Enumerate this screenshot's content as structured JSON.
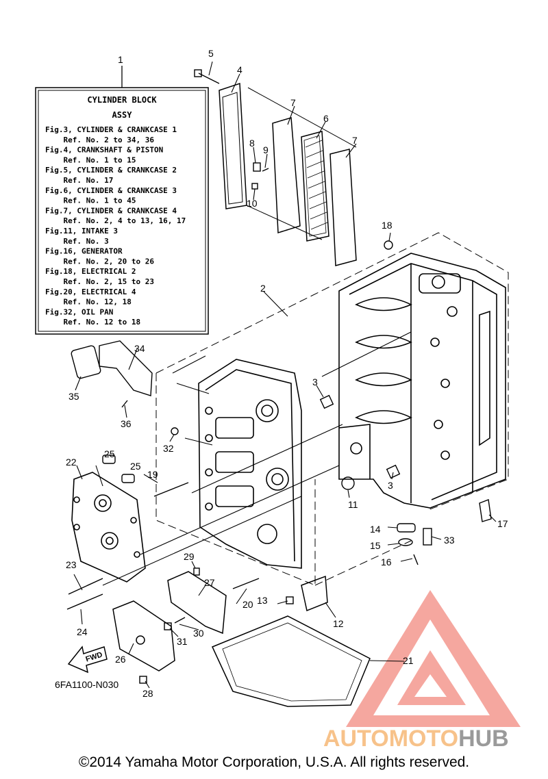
{
  "notes_box": {
    "ref": "1",
    "title_lines": [
      "CYLINDER BLOCK",
      "ASSY"
    ],
    "lines": [
      "Fig.3, CYLINDER & CRANKCASE 1",
      "    Ref. No. 2 to 34, 36",
      "Fig.4, CRANKSHAFT & PISTON",
      "    Ref. No. 1 to 15",
      "Fig.5, CYLINDER & CRANKCASE 2",
      "    Ref. No. 17",
      "Fig.6, CYLINDER & CRANKCASE 3",
      "    Ref. No. 1 to 45",
      "Fig.7, CYLINDER & CRANKCASE 4",
      "    Ref. No. 2, 4 to 13, 16, 17",
      "Fig.11, INTAKE 3",
      "    Ref. No. 3",
      "Fig.16, GENERATOR",
      "    Ref. No. 2, 20 to 26",
      "Fig.18, ELECTRICAL 2",
      "    Ref. No. 2, 15 to 23",
      "Fig.20, ELECTRICAL 4",
      "    Ref. No. 12, 18",
      "Fig.32, OIL PAN",
      "    Ref. No. 12 to 18"
    ]
  },
  "callouts": [
    "2",
    "3",
    "3",
    "4",
    "5",
    "6",
    "7",
    "7",
    "8",
    "9",
    "10",
    "11",
    "12",
    "13",
    "14",
    "15",
    "16",
    "17",
    "18",
    "19",
    "20",
    "21",
    "22",
    "23",
    "24",
    "25",
    "25",
    "26",
    "27",
    "28",
    "29",
    "30",
    "31",
    "32",
    "33",
    "34",
    "35",
    "36"
  ],
  "fwd_label": "FWD",
  "diagram_code": "6FA1100-N030",
  "watermark": {
    "text_part1": "AUTOMOTO",
    "text_part2": "HUB",
    "color_main": "#f28a80",
    "color_text1": "#f7c28a",
    "color_text2": "#9a9a9a"
  },
  "copyright": "©2014 Yamaha Motor Corporation, U.S.A. All rights reserved."
}
